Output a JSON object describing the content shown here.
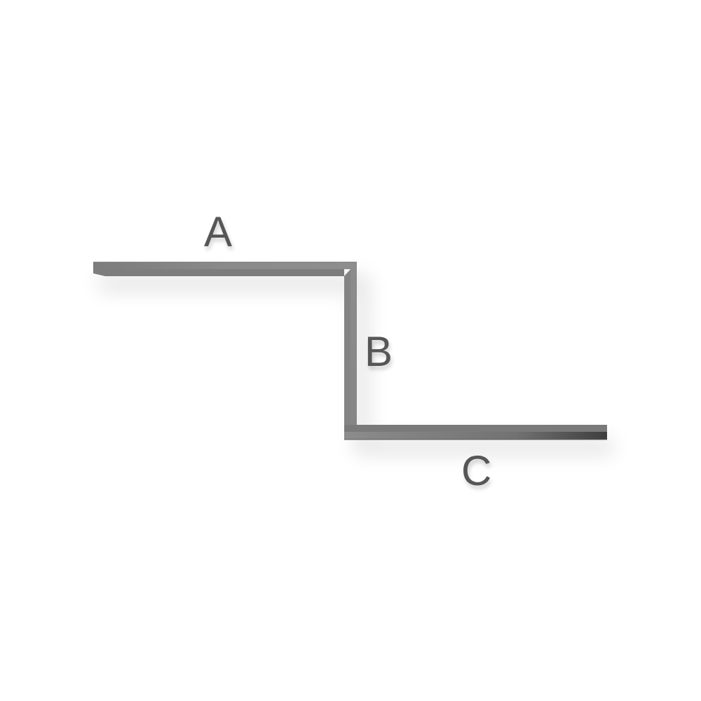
{
  "diagram": {
    "labels": {
      "a": "A",
      "b": "B",
      "c": "C"
    },
    "colors": {
      "background": "#ffffff",
      "bar_top": "#8a8a8a",
      "bar_side": "#7a7a7a",
      "bar_end_dark": "#3e3e3e",
      "label": "#565656"
    }
  }
}
